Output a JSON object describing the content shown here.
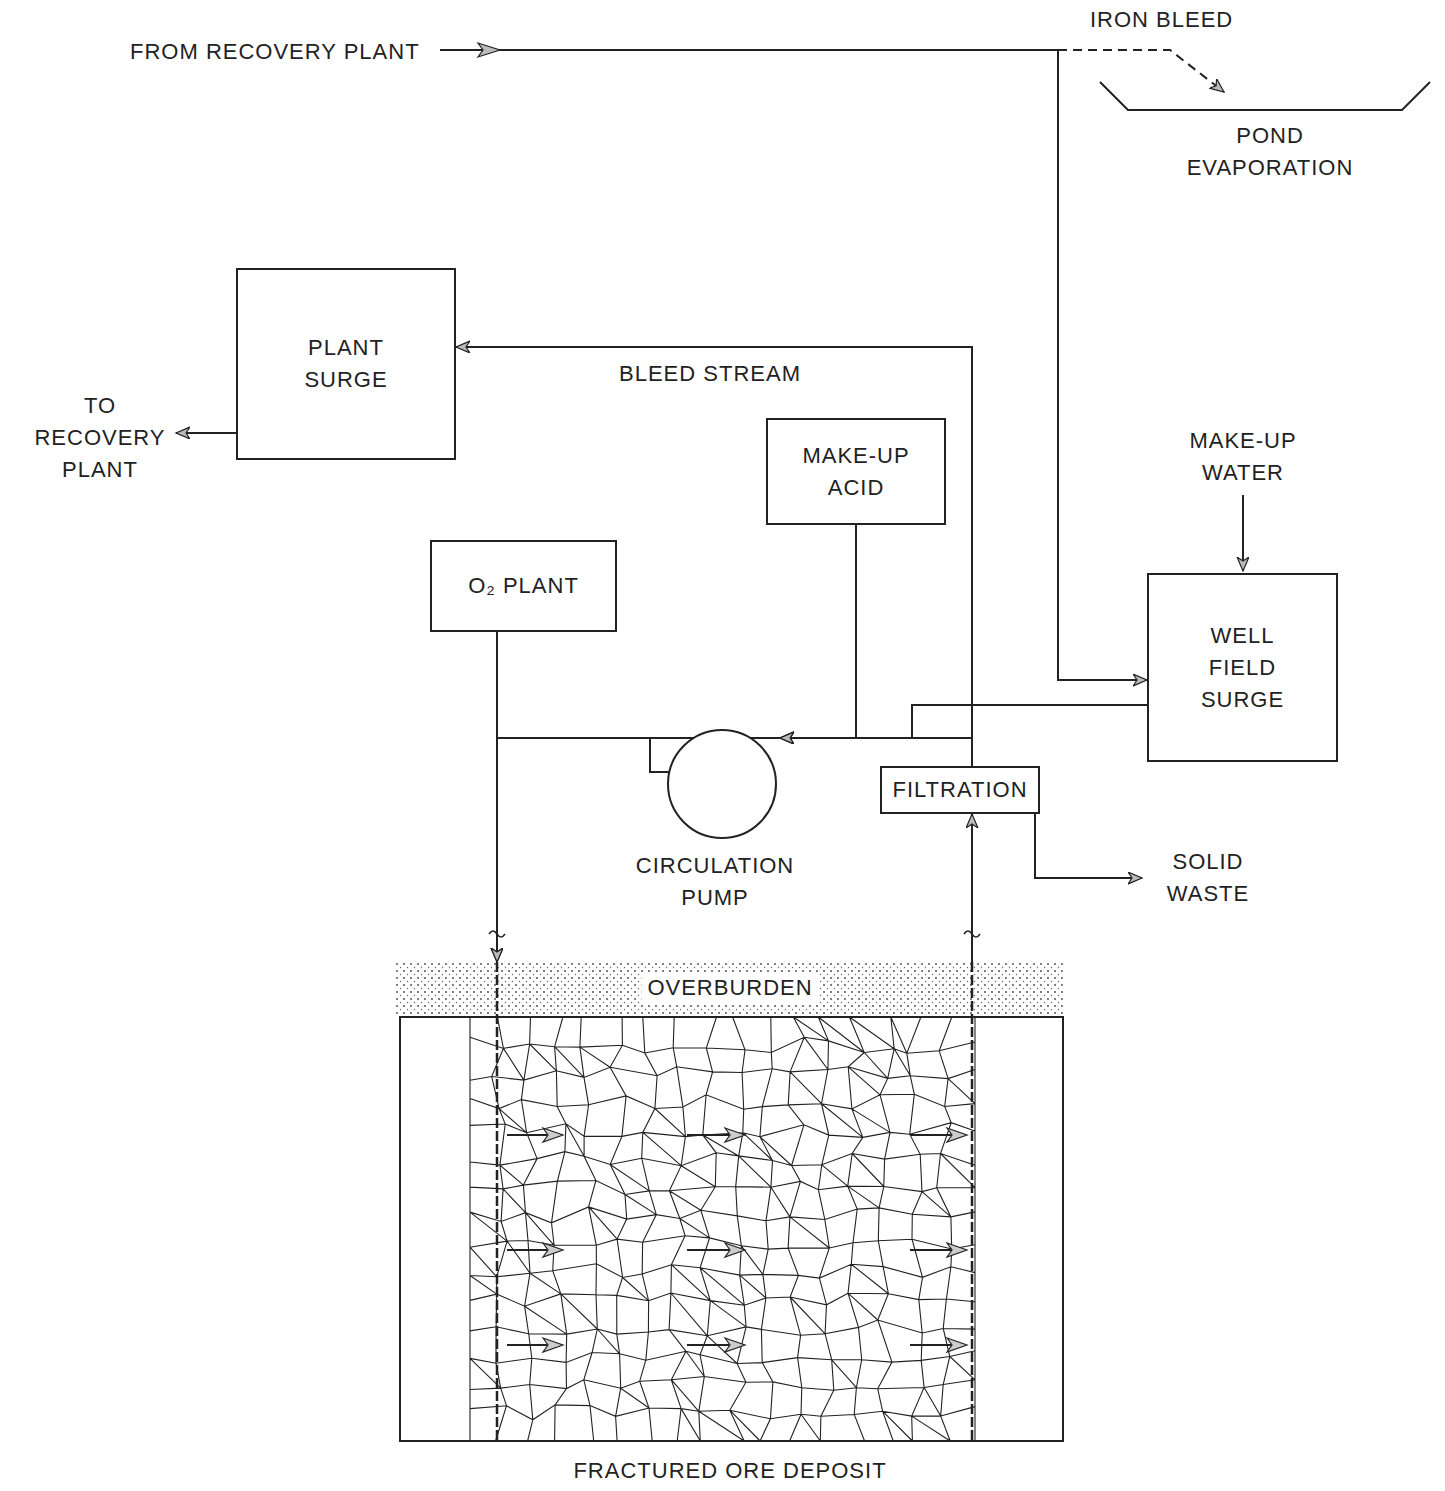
{
  "diagram": {
    "nodes": [
      {
        "text": [
          "PLANT SURGE"
        ]
      },
      {
        "text": [
          "MAKE-UP ACID"
        ]
      },
      {
        "text": [
          "O₂ PLANT"
        ]
      },
      {
        "text": [
          "WELL FIELD SURGE"
        ]
      },
      {
        "text": [
          "FILTRATION"
        ]
      },
      {
        "text": [
          "CIRCULATION PUMP"
        ]
      },
      {
        "text": [
          "POND EVAPORATION"
        ]
      },
      {
        "text": [
          "OVERBURDEN",
          "FRACTURED ORE DEPOSIT"
        ]
      }
    ],
    "edges": [
      {
        "from": 4,
        "to": 0,
        "arrow": "to",
        "label": "BLEED STREAM"
      },
      {
        "from": 1,
        "to": 5,
        "arrow": "to"
      },
      {
        "from": 3,
        "to": 5,
        "arrow": "to"
      },
      {
        "from": 4,
        "to": 5,
        "arrow": "to"
      },
      {
        "from": 5,
        "to": 7,
        "arrow": "to"
      },
      {
        "from": 2,
        "to": 7,
        "arrow": "to"
      },
      {
        "from": 7,
        "to": 4,
        "arrow": "to"
      }
    ],
    "labels": [
      "FROM RECOVERY PLANT",
      "IRON BLEED",
      "TO RECOVERY PLANT",
      "MAKE-UP WATER",
      "SOLID WASTE"
    ]
  }
}
